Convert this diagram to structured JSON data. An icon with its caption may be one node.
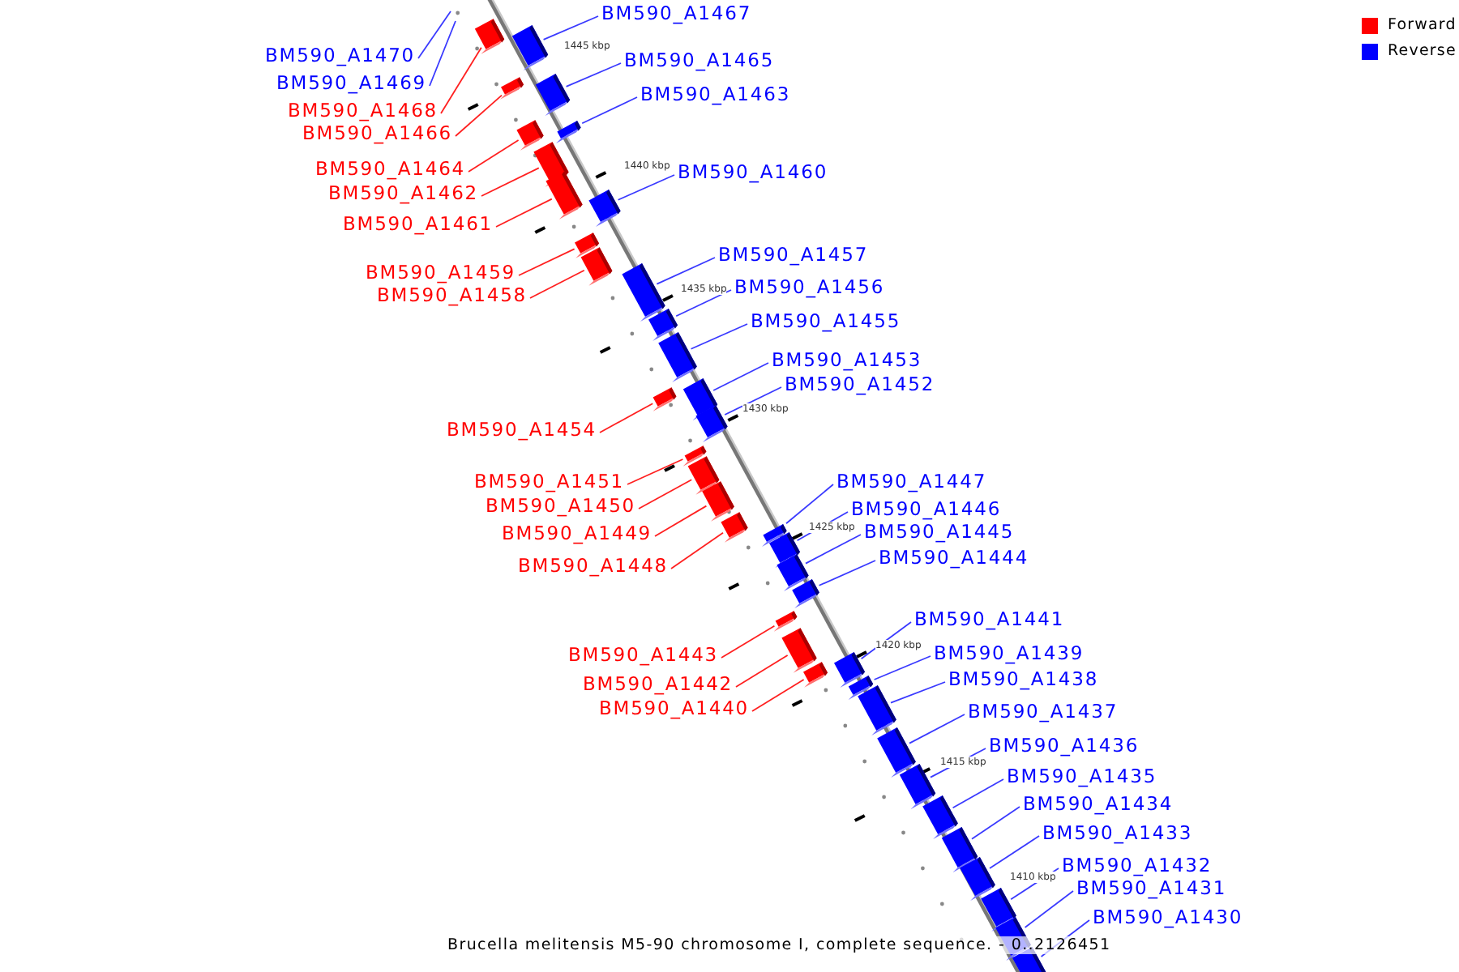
{
  "diagram": {
    "caption": "Brucella melitensis M5-90 chromosome I, complete sequence. - 0..2126451",
    "nodes": [
      {
        "text": [
          "BM590_A1467"
        ]
      },
      {
        "text": [],
        "shape": "box"
      },
      {
        "text": [
          "BM590_A1470"
        ]
      },
      {
        "text": [
          "BM590_A1469"
        ]
      },
      {
        "text": [
          "BM590_A1465"
        ]
      },
      {
        "text": [],
        "shape": "box"
      },
      {
        "text": [
          "BM590_A1463"
        ]
      },
      {
        "text": [],
        "shape": "box"
      },
      {
        "text": [
          "BM590_A1468"
        ]
      },
      {
        "text": [],
        "shape": "box"
      },
      {
        "text": [
          "BM590_A1466"
        ]
      },
      {
        "text": [],
        "shape": "box"
      },
      {
        "text": [
          "BM590_A1464"
        ]
      },
      {
        "text": [],
        "shape": "box"
      },
      {
        "text": [
          "BM590_A1460"
        ]
      },
      {
        "text": [],
        "shape": "box"
      },
      {
        "text": [
          "BM590_A1462"
        ]
      },
      {
        "text": [],
        "shape": "box"
      },
      {
        "text": [
          "BM590_A1461"
        ]
      },
      {
        "text": [],
        "shape": "box"
      },
      {
        "text": [
          "BM590_A1457"
        ]
      },
      {
        "text": [],
        "shape": "box"
      },
      {
        "text": [
          "BM590_A1459"
        ]
      },
      {
        "text": [],
        "shape": "box"
      },
      {
        "text": [
          "BM590_A1456"
        ]
      },
      {
        "text": [],
        "shape": "box"
      },
      {
        "text": [
          "BM590_A1458"
        ]
      },
      {
        "text": [],
        "shape": "box"
      },
      {
        "text": [
          "BM590_A1455"
        ]
      },
      {
        "text": [],
        "shape": "box"
      },
      {
        "text": [
          "BM590_A1453"
        ]
      },
      {
        "text": [],
        "shape": "box"
      },
      {
        "text": [
          "BM590_A1452"
        ]
      },
      {
        "text": [],
        "shape": "box"
      },
      {
        "text": [
          "BM590_A1454"
        ]
      },
      {
        "text": [],
        "shape": "box"
      },
      {
        "text": [
          "BM590_A1447"
        ]
      },
      {
        "text": [],
        "shape": "box"
      },
      {
        "text": [
          "BM590_A1451"
        ]
      },
      {
        "text": [],
        "shape": "box"
      },
      {
        "text": [
          "BM590_A1450"
        ]
      },
      {
        "text": [],
        "shape": "box"
      },
      {
        "text": [
          "BM590_A1446"
        ]
      },
      {
        "text": [],
        "shape": "box"
      },
      {
        "text": [
          "BM590_A1445"
        ]
      },
      {
        "text": [],
        "shape": "box"
      },
      {
        "text": [
          "BM590_A1449"
        ]
      },
      {
        "text": [],
        "shape": "box"
      },
      {
        "text": [
          "BM590_A1444"
        ]
      },
      {
        "text": [],
        "shape": "box"
      },
      {
        "text": [
          "BM590_A1448"
        ]
      },
      {
        "text": [],
        "shape": "box"
      },
      {
        "text": [
          "BM590_A1441"
        ]
      },
      {
        "text": [],
        "shape": "box"
      },
      {
        "text": [
          "BM590_A1443"
        ]
      },
      {
        "text": [],
        "shape": "box"
      },
      {
        "text": [
          "BM590_A1439"
        ]
      },
      {
        "text": [],
        "shape": "box"
      },
      {
        "text": [
          "BM590_A1438"
        ]
      },
      {
        "text": [],
        "shape": "box"
      },
      {
        "text": [
          "BM590_A1442"
        ]
      },
      {
        "text": [],
        "shape": "box"
      },
      {
        "text": [
          "BM590_A1440"
        ]
      },
      {
        "text": [],
        "shape": "box"
      },
      {
        "text": [
          "BM590_A1437"
        ]
      },
      {
        "text": [],
        "shape": "box"
      },
      {
        "text": [
          "BM590_A1436"
        ]
      },
      {
        "text": [],
        "shape": "box"
      },
      {
        "text": [
          "BM590_A1435"
        ]
      },
      {
        "text": [],
        "shape": "box"
      },
      {
        "text": [
          "BM590_A1434"
        ]
      },
      {
        "text": [],
        "shape": "box"
      },
      {
        "text": [
          "BM590_A1433"
        ]
      },
      {
        "text": [],
        "shape": "box"
      },
      {
        "text": [
          "BM590_A1432"
        ]
      },
      {
        "text": [],
        "shape": "box"
      },
      {
        "text": [
          "BM590_A1431"
        ]
      },
      {
        "text": [],
        "shape": "box"
      },
      {
        "text": [
          "BM590_A1430"
        ]
      },
      {
        "text": [],
        "shape": "box"
      }
    ],
    "edges": [
      {
        "from": 0,
        "to": 1,
        "arrow": "none"
      },
      {
        "from": 2,
        "to": null,
        "arrow": "none"
      },
      {
        "from": 3,
        "to": null,
        "arrow": "none"
      },
      {
        "from": 4,
        "to": 5,
        "arrow": "none"
      },
      {
        "from": 6,
        "to": 7,
        "arrow": "none"
      },
      {
        "from": 8,
        "to": 9,
        "arrow": "none",
        "color": "#ff2020"
      },
      {
        "from": 10,
        "to": 11,
        "arrow": "none",
        "color": "#ff2020"
      },
      {
        "from": 12,
        "to": 13,
        "arrow": "none",
        "color": "#ff2020"
      },
      {
        "from": 14,
        "to": 15,
        "arrow": "none"
      },
      {
        "from": 16,
        "to": 17,
        "arrow": "none",
        "color": "#ff2020"
      },
      {
        "from": 18,
        "to": 19,
        "arrow": "none",
        "color": "#ff2020"
      },
      {
        "from": 20,
        "to": 21,
        "arrow": "none"
      },
      {
        "from": 22,
        "to": 23,
        "arrow": "none",
        "color": "#ff2020"
      },
      {
        "from": 24,
        "to": 25,
        "arrow": "none"
      },
      {
        "from": 26,
        "to": 27,
        "arrow": "none",
        "color": "#ff2020"
      },
      {
        "from": 28,
        "to": 29,
        "arrow": "none"
      },
      {
        "from": 30,
        "to": 31,
        "arrow": "none"
      },
      {
        "from": 32,
        "to": 33,
        "arrow": "none"
      },
      {
        "from": 34,
        "to": 35,
        "arrow": "none",
        "color": "#ff2020"
      },
      {
        "from": 36,
        "to": 37,
        "arrow": "none"
      },
      {
        "from": 38,
        "to": 39,
        "arrow": "none",
        "color": "#ff2020"
      },
      {
        "from": 40,
        "to": 41,
        "arrow": "none",
        "color": "#ff2020"
      },
      {
        "from": 42,
        "to": 43,
        "arrow": "none"
      },
      {
        "from": 44,
        "to": 45,
        "arrow": "none"
      },
      {
        "from": 46,
        "to": 47,
        "arrow": "none",
        "color": "#ff2020"
      },
      {
        "from": 48,
        "to": 49,
        "arrow": "none"
      },
      {
        "from": 50,
        "to": 51,
        "arrow": "none",
        "color": "#ff2020"
      },
      {
        "from": 52,
        "to": 53,
        "arrow": "none"
      },
      {
        "from": 54,
        "to": 55,
        "arrow": "none",
        "color": "#ff2020"
      },
      {
        "from": 56,
        "to": 57,
        "arrow": "none"
      },
      {
        "from": 58,
        "to": 59,
        "arrow": "none"
      },
      {
        "from": 60,
        "to": 61,
        "arrow": "none",
        "color": "#ff2020"
      },
      {
        "from": 62,
        "to": 63,
        "arrow": "none",
        "color": "#ff2020"
      },
      {
        "from": 64,
        "to": 65,
        "arrow": "none"
      },
      {
        "from": 66,
        "to": 67,
        "arrow": "none"
      },
      {
        "from": 68,
        "to": 69,
        "arrow": "none"
      },
      {
        "from": 70,
        "to": 71,
        "arrow": "none"
      },
      {
        "from": 72,
        "to": 73,
        "arrow": "none"
      },
      {
        "from": 74,
        "to": 75,
        "arrow": "none"
      },
      {
        "from": 76,
        "to": 77,
        "arrow": "none"
      },
      {
        "from": 78,
        "to": 79,
        "arrow": "none"
      }
    ],
    "labels": [
      "1445 kbp",
      "1440 kbp",
      "1435 kbp",
      "1430 kbp",
      "1425 kbp",
      "1420 kbp",
      "1415 kbp",
      "1410 kbp"
    ],
    "legend": [
      {
        "text": "Forward",
        "color": "#ff0000"
      },
      {
        "text": "Reverse",
        "color": "#0000ff"
      }
    ]
  }
}
